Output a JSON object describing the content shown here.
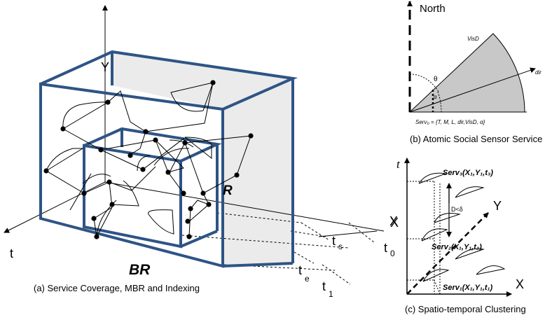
{
  "panel_a": {
    "caption": "(a) Service Coverage, MBR and Indexing",
    "axis_y": "Y",
    "axis_t": "t",
    "axis_x": "X",
    "label_r": "R",
    "label_br": "BR",
    "t0": "t",
    "t0_sub": "0",
    "t1": "t",
    "t1_sub": "1",
    "ts": "t",
    "ts_sub": "s",
    "te": "t",
    "te_sub": "e"
  },
  "panel_b": {
    "caption": "(b) Atomic Social Sensor Service",
    "north": "North",
    "visd": "VisD",
    "dir": "dir",
    "theta": "θ",
    "alpha": "α",
    "formula": "Serv₀ = {T, M, L, dir,VisD, α}"
  },
  "panel_c": {
    "caption": "(c) Spatio-temporal Clustering",
    "axis_t": "t",
    "axis_x": "X",
    "axis_y": "Y",
    "serv3": "Serv₃(X₁,Y₁,t₃)",
    "serv2": "Serv₂(X₁,Y₁,t₂)",
    "serv1": "Serv₁(X₁,Y₁,t₁)",
    "delta": "D<δ"
  }
}
